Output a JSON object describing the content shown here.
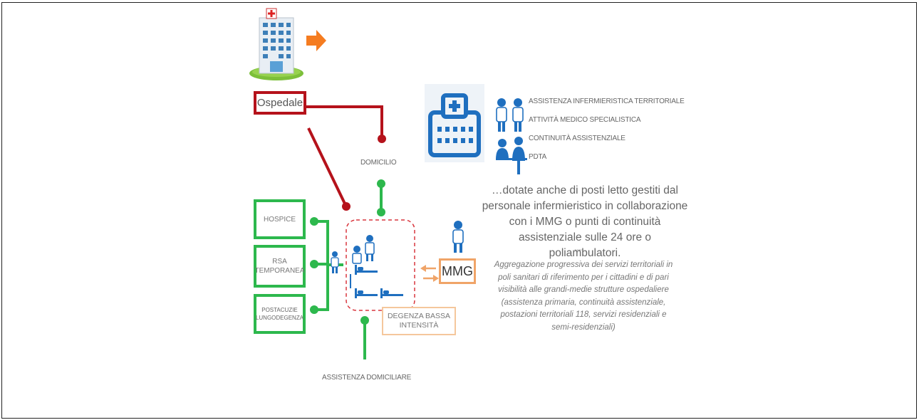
{
  "nodes": {
    "ospedale": "Ospedale",
    "domicilio": "DOMICILIO",
    "hospice": "HOSPICE",
    "rsa_line1": "RSA",
    "rsa_line2": "TEMPORANEA",
    "postacuzie_line1": "POSTACUZIE",
    "postacuzie_line2": "LUNGODEGENZA",
    "mmg": "MMG",
    "degenza_line1": "DEGENZA BASSA",
    "degenza_line2": "INTENSITÀ",
    "assistenza_domiciliare": "ASSISTENZA DOMICILIARE"
  },
  "services": [
    "ASSISTENZA INFERMIERISTICA TERRITORIALE",
    "ATTIVITÀ MEDICO SPECIALISTICA",
    "CONTINUITÀ ASSISTENZIALE",
    "PDTA"
  ],
  "description": {
    "lines": [
      "…dotate anche di posti letto gestiti dal",
      "personale infermieristico in collaborazione",
      "con i MMG o punti di continuità",
      "assistenziale sulle 24 ore o poliambulatori."
    ],
    "separator": "----",
    "italic_lines": [
      "Aggregazione progressiva dei servizi territoriali in",
      "poli sanitari di riferimento per i cittadini e di pari",
      "visibilità alle grandi-medie strutture ospedaliere",
      "(assistenza primaria, continuità assistenziale,",
      "postazioni territoriali 118, servizi residenziali e",
      "semi-residenziali)"
    ]
  },
  "colors": {
    "hospital_red": "#b5121b",
    "green": "#2db84d",
    "orange": "#f0a468",
    "blue": "#1f6fbf",
    "arrow_orange": "#f57c20"
  },
  "icons": [
    "hospital-building-icon",
    "arrow-right-icon",
    "clinic-icon",
    "doctors-icon",
    "meeting-icon",
    "nurse-icon",
    "doctor-icon",
    "beds-icon",
    "patient-icon"
  ]
}
